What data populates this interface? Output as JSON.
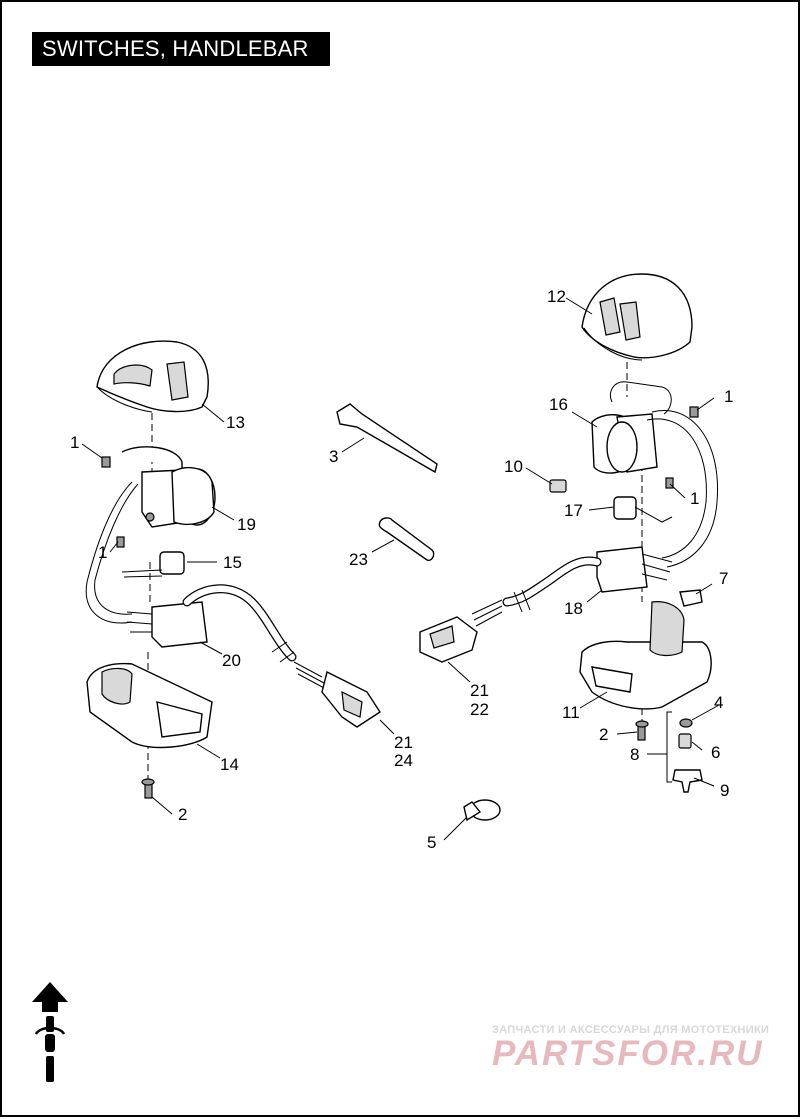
{
  "title": "SWITCHES, HANDLEBAR",
  "watermark": {
    "tagline": "ЗАПЧАСТИ И АКСЕССУАРЫ ДЛЯ МОТОТЕХНИКИ",
    "logo": "PARTSFOR.RU",
    "color": "#e0a3a8"
  },
  "callouts": {
    "c1a": "1",
    "c1b": "1",
    "c1c": "1",
    "c1d": "1",
    "c2a": "2",
    "c2b": "2",
    "c3": "3",
    "c4": "4",
    "c5": "5",
    "c6": "6",
    "c7": "7",
    "c8": "8",
    "c9": "9",
    "c10": "10",
    "c11": "11",
    "c12": "12",
    "c13": "13",
    "c14": "14",
    "c15": "15",
    "c16": "16",
    "c17": "17",
    "c18": "18",
    "c19": "19",
    "c20": "20",
    "c21a": "21",
    "c21b": "21",
    "c22": "22",
    "c23": "23",
    "c24": "24"
  },
  "icons": {
    "orientation": "arrow-up-motorcycle-icon"
  }
}
